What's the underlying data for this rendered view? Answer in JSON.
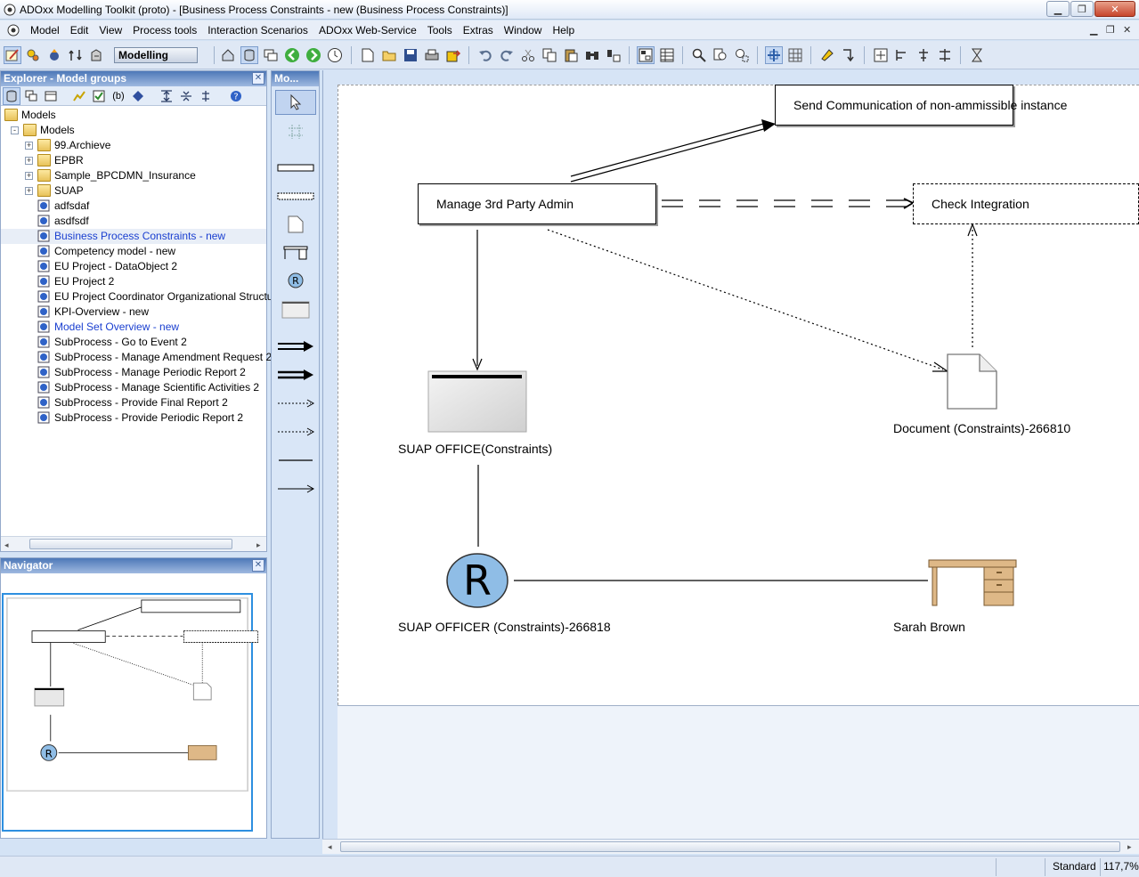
{
  "window": {
    "title": "ADOxx Modelling Toolkit (proto) - [Business Process Constraints - new (Business Process Constraints)]"
  },
  "menu": {
    "items": [
      "Model",
      "Edit",
      "View",
      "Process tools",
      "Interaction Scenarios",
      "ADOxx Web-Service",
      "Tools",
      "Extras",
      "Window",
      "Help"
    ]
  },
  "toolbar": {
    "mode": "Modelling"
  },
  "explorer": {
    "title": "Explorer - Model groups",
    "tree": [
      {
        "label": "Models",
        "type": "folder",
        "expand": "-",
        "level": 0
      },
      {
        "label": "Models",
        "type": "folder",
        "expand": "-",
        "level": 1
      },
      {
        "label": "99.Archieve",
        "type": "folder",
        "expand": "+",
        "level": 2
      },
      {
        "label": "EPBR",
        "type": "folder",
        "expand": "+",
        "level": 2
      },
      {
        "label": "Sample_BPCDMN_Insurance",
        "type": "folder",
        "expand": "+",
        "level": 2
      },
      {
        "label": "SUAP",
        "type": "folder",
        "expand": "+",
        "level": 2
      },
      {
        "label": "adfsdaf",
        "type": "model",
        "level": 2
      },
      {
        "label": "asdfsdf",
        "type": "model",
        "level": 2
      },
      {
        "label": "Business Process Constraints - new",
        "type": "model",
        "level": 2,
        "link": true,
        "selected": true
      },
      {
        "label": "Competency model - new",
        "type": "model",
        "level": 2
      },
      {
        "label": "EU Project - DataObject 2",
        "type": "model",
        "level": 2
      },
      {
        "label": "EU Project 2",
        "type": "model",
        "level": 2
      },
      {
        "label": "EU Project Coordinator Organizational Structu",
        "type": "model",
        "level": 2
      },
      {
        "label": "KPI-Overview - new",
        "type": "model",
        "level": 2
      },
      {
        "label": "Model Set Overview - new",
        "type": "model",
        "level": 2,
        "link": true
      },
      {
        "label": "SubProcess - Go to Event 2",
        "type": "model",
        "level": 2
      },
      {
        "label": "SubProcess - Manage Amendment Request 2",
        "type": "model",
        "level": 2
      },
      {
        "label": "SubProcess - Manage Periodic Report 2",
        "type": "model",
        "level": 2
      },
      {
        "label": "SubProcess - Manage Scientific Activities 2",
        "type": "model",
        "level": 2
      },
      {
        "label": "SubProcess - Provide Final Report 2",
        "type": "model",
        "level": 2
      },
      {
        "label": "SubProcess - Provide Periodic Report 2",
        "type": "model",
        "level": 2
      }
    ]
  },
  "navigator": {
    "title": "Navigator"
  },
  "palette": {
    "title": "Mo..."
  },
  "diagram": {
    "send_communication": "Send Communication of non-ammissible instance",
    "manage_admin": "Manage 3rd Party Admin",
    "check_integration": "Check Integration",
    "document": "Document (Constraints)-266810",
    "office": "SUAP OFFICE(Constraints)",
    "officer": "SUAP OFFICER (Constraints)-266818",
    "officer_glyph": "R",
    "performer": "Sarah Brown"
  },
  "statusbar": {
    "mode": "Standard",
    "zoom": "117,7%"
  },
  "colors": {
    "panel_header": "#4d78b8",
    "link": "#1a3fd0",
    "role_fill": "#8fbde6",
    "desk_fill": "#deb887"
  }
}
